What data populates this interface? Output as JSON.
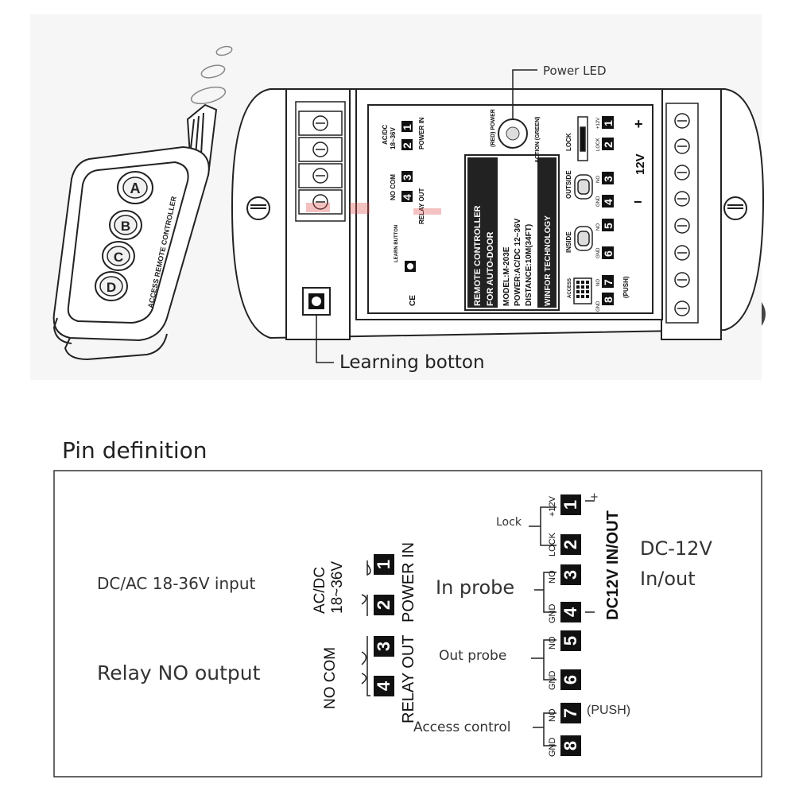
{
  "top": {
    "power_led_label": "Power LED",
    "learning_button_label": "Learning botton",
    "remote": {
      "buttons": [
        "A",
        "B",
        "C",
        "D"
      ],
      "side_text": "ACCESS REMOTE CONTROLLER"
    },
    "board": {
      "acdc_label": "AC/DC",
      "acdc_range": "18~36V",
      "power_in": "POWER IN",
      "no_com": "NO COM",
      "relay_out": "RELAY OUT",
      "learn_button": "LEARN BUTTON",
      "red_power": "(RED) POWER",
      "action_green": "ACTION (GREEN)",
      "lock": "LOCK",
      "outside": "OUTSIDE",
      "inside": "INSIDE",
      "access": "ACCESS",
      "push": "(PUSH)",
      "v12": "12V",
      "plus": "+",
      "minus": "−",
      "ce": "CE",
      "pins_left": [
        "1",
        "2",
        "3",
        "4"
      ],
      "pins_right": [
        "1",
        "2",
        "3",
        "4",
        "5",
        "6",
        "7",
        "8"
      ],
      "right_sub": [
        "+12V",
        "LOCK",
        "NO",
        "GND",
        "NO",
        "GND",
        "NO",
        "GND"
      ],
      "label_lines": [
        "REMOTE CONTROLLER",
        "FOR AUTO-DOOR",
        "MODEL:M-203E",
        "POWER:AC/DC 12~36V",
        "DISTANCE:10M(34FT)",
        "WINFOR TECHNOLOGY"
      ]
    }
  },
  "bottom": {
    "title": "Pin definition",
    "dc_ac_input": "DC/AC 18-36V input",
    "relay_no_output": "Relay NO output",
    "in_probe": "In  probe",
    "out_probe": "Out  probe",
    "access_control": "Access control",
    "lock": "Lock",
    "dc12v_1": "DC-12V",
    "dc12v_2": "In/out",
    "acdc": "AC/DC",
    "acdc_range": "18~36V",
    "power_in": "POWER IN",
    "no_com": "NO  COM",
    "relay_out": "RELAY OUT",
    "dc12v_inout": "DC12V  IN/OUT",
    "push": "(PUSH)",
    "plus": "+",
    "minus": "-",
    "left_pins": [
      "1",
      "2",
      "3",
      "4"
    ],
    "right_pins": [
      "1",
      "2",
      "3",
      "4",
      "5",
      "6",
      "7",
      "8"
    ],
    "right_sub": [
      "+12V",
      "LOCK",
      "NO",
      "GND",
      "NO",
      "GND",
      "NO",
      "GND"
    ]
  }
}
